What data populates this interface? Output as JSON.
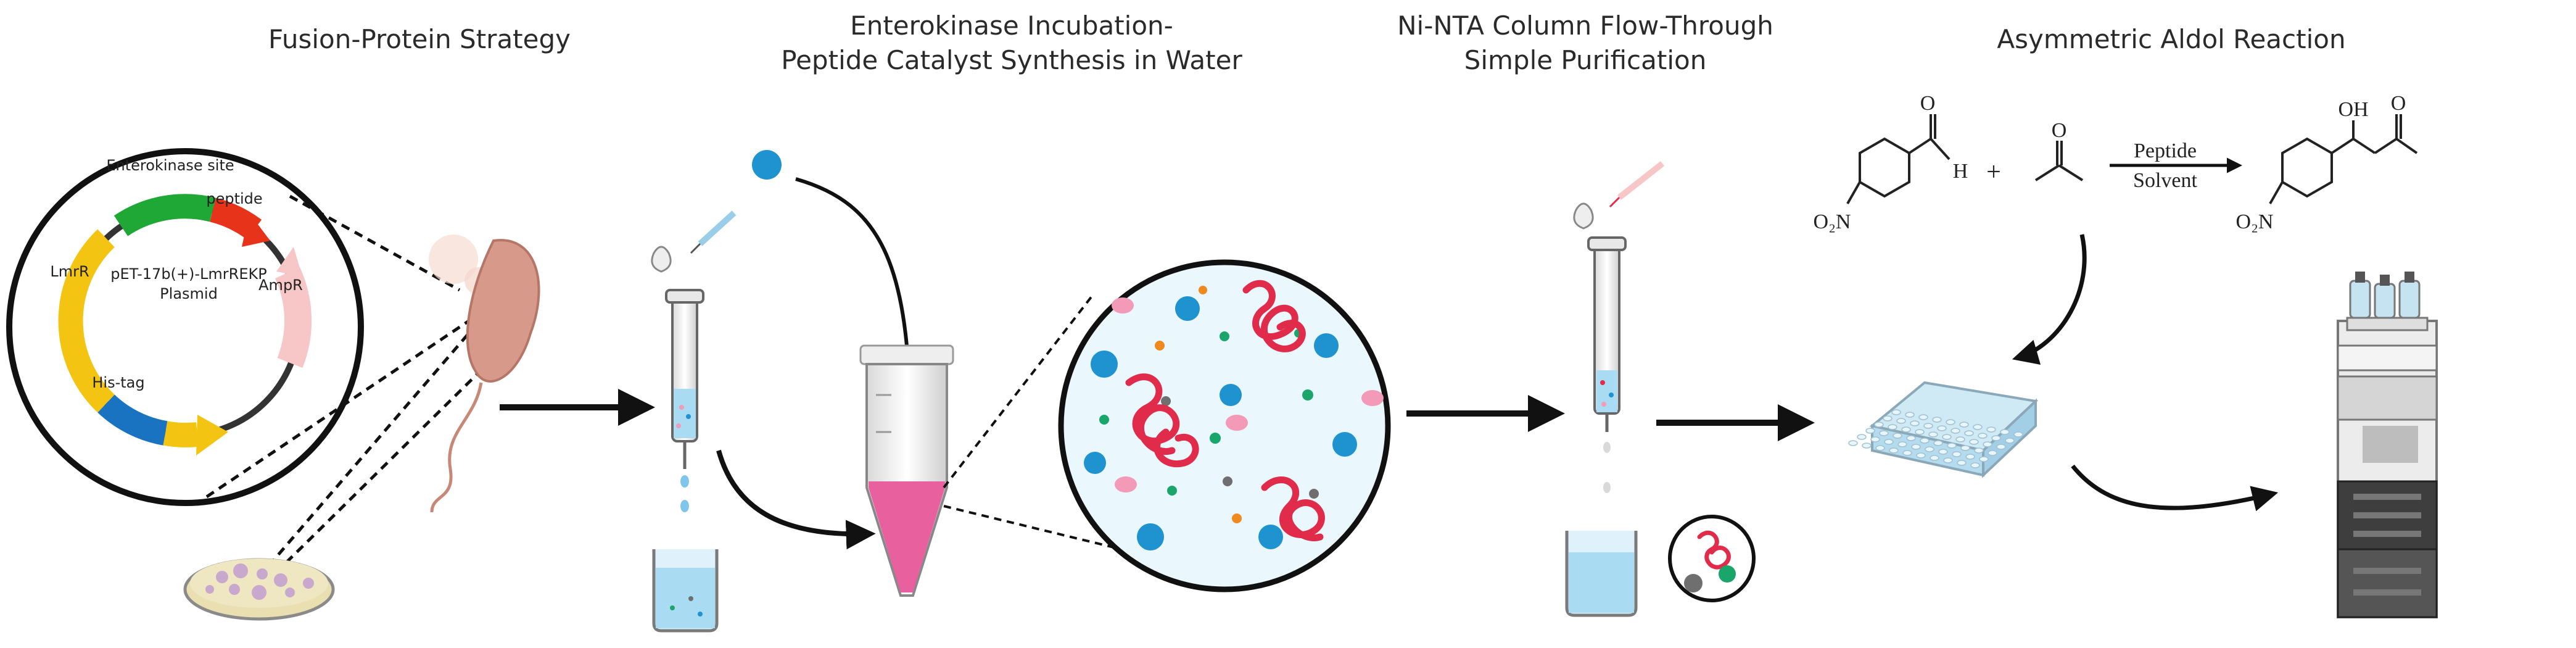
{
  "panels": {
    "fusion": {
      "title": "Fusion-Protein Strategy"
    },
    "incubation": {
      "title_line1": "Enterokinase Incubation-",
      "title_line2": "Peptide Catalyst Synthesis in Water"
    },
    "purification": {
      "title_line1": "Ni-NTA Column Flow-Through",
      "title_line2": "Simple Purification"
    },
    "aldol": {
      "title": "Asymmetric Aldol Reaction"
    }
  },
  "plasmid": {
    "name_line1": "pET-17b(+)-LmrREKP",
    "name_line2": "Plasmid",
    "segments": {
      "enterokinase": "Enterokinase site",
      "peptide": "peptide",
      "ampr": "AmpR",
      "lmrr": "LmrR",
      "histag": "His-tag"
    },
    "colors": {
      "lmrr": "#f3c411",
      "enterokinase": "#1fa836",
      "peptide": "#e8331b",
      "ampr": "#f7c6c6",
      "histag": "#1a73c0",
      "backbone": "#333333"
    }
  },
  "reaction": {
    "aldehyde_suffix": "H",
    "plus": "+",
    "reagent_top": "Peptide",
    "reagent_bottom": "Solvent",
    "nitro_left": "O₂N",
    "nitro_right": "O₂N",
    "product_oh": "OH",
    "aldehyde_o": "O",
    "acetone_o": "O",
    "product_o": "O"
  },
  "colors": {
    "beads_blue": "#1e93d0",
    "beads_green": "#1aa56b",
    "beads_gray": "#6f6f6f",
    "beads_orange": "#f08a1c",
    "beads_pink": "#f29ab8",
    "peptide_red": "#e02b4a",
    "tube_fill": "#e8619e",
    "buffer_blue": "#a9dcf3",
    "arrow": "#111111"
  }
}
